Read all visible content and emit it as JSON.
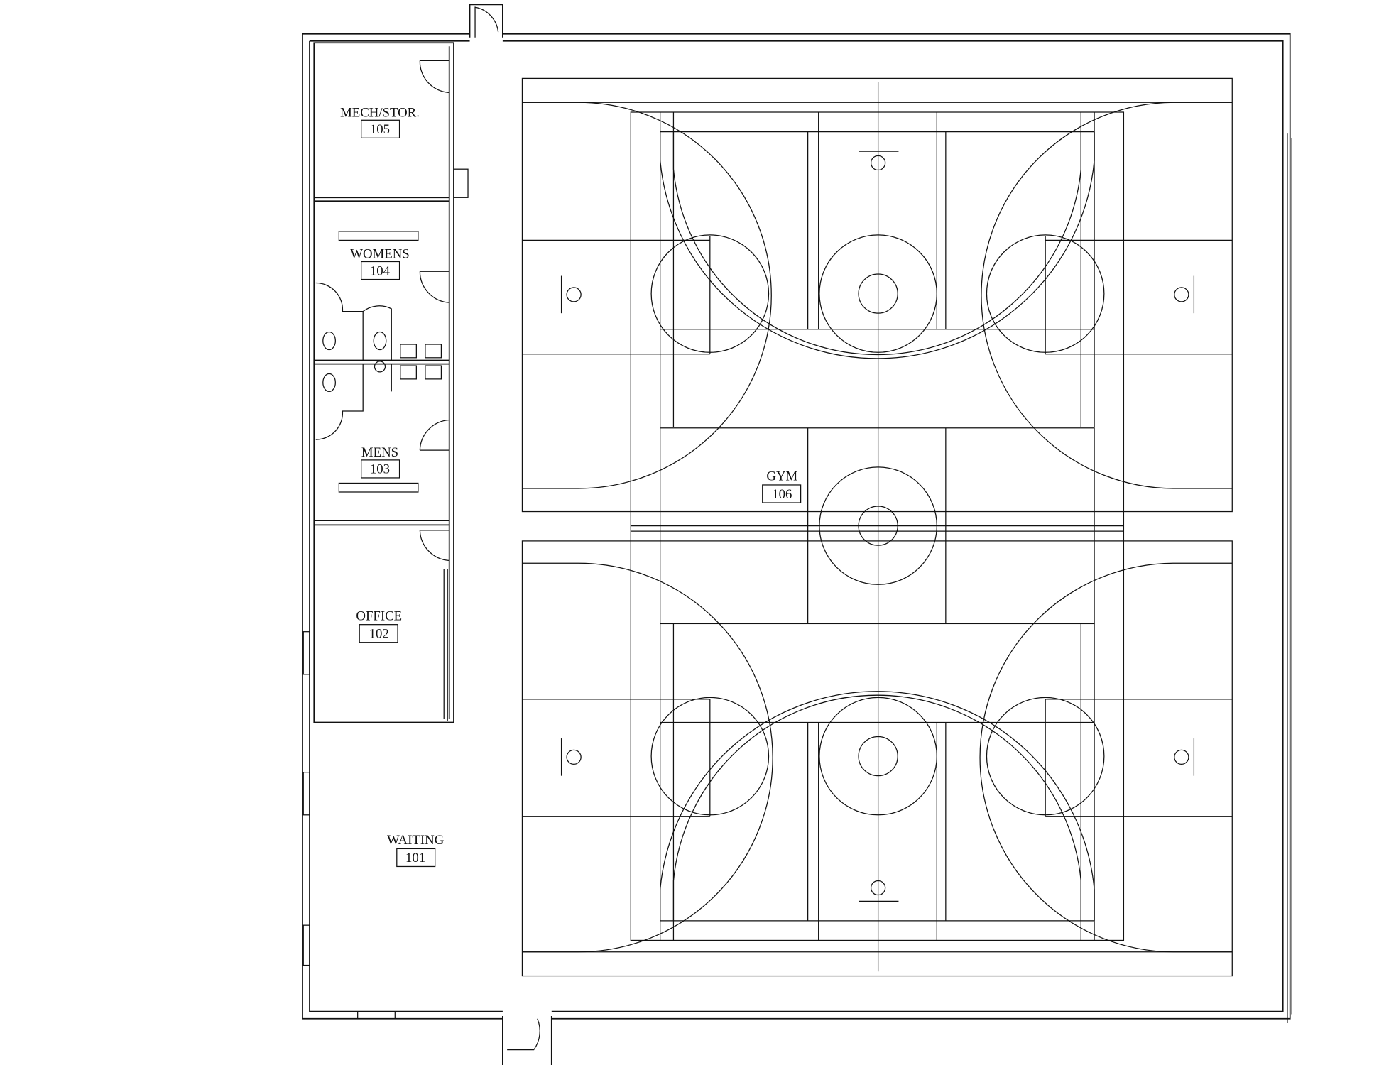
{
  "plan": {
    "rooms": [
      {
        "name": "WAITING",
        "number": "101"
      },
      {
        "name": "OFFICE",
        "number": "102"
      },
      {
        "name": "MENS",
        "number": "103"
      },
      {
        "name": "WOMENS",
        "number": "104"
      },
      {
        "name": "MECH/STOR.",
        "number": "105"
      },
      {
        "name": "GYM",
        "number": "106"
      }
    ]
  }
}
